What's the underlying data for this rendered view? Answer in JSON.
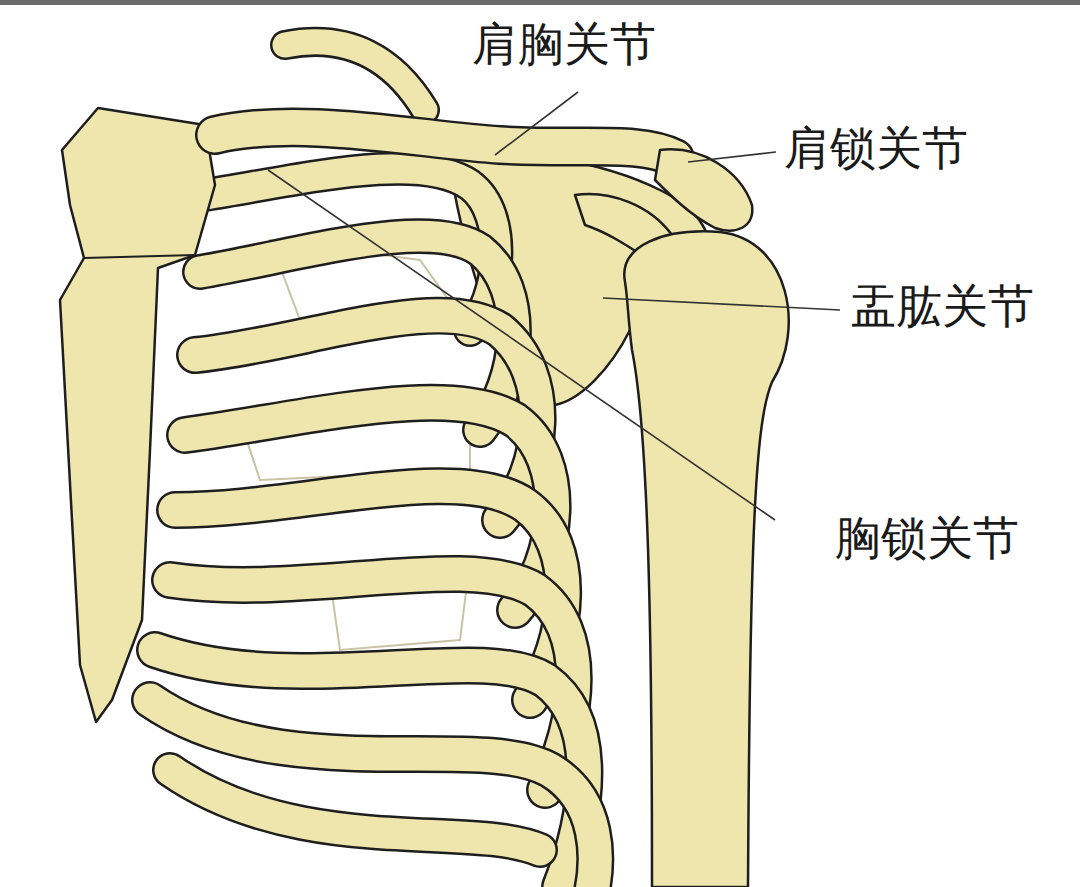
{
  "diagram": {
    "labels": [
      "肩胸关节",
      "肩锁关节",
      "盂肱关节",
      "胸锁关节"
    ]
  }
}
